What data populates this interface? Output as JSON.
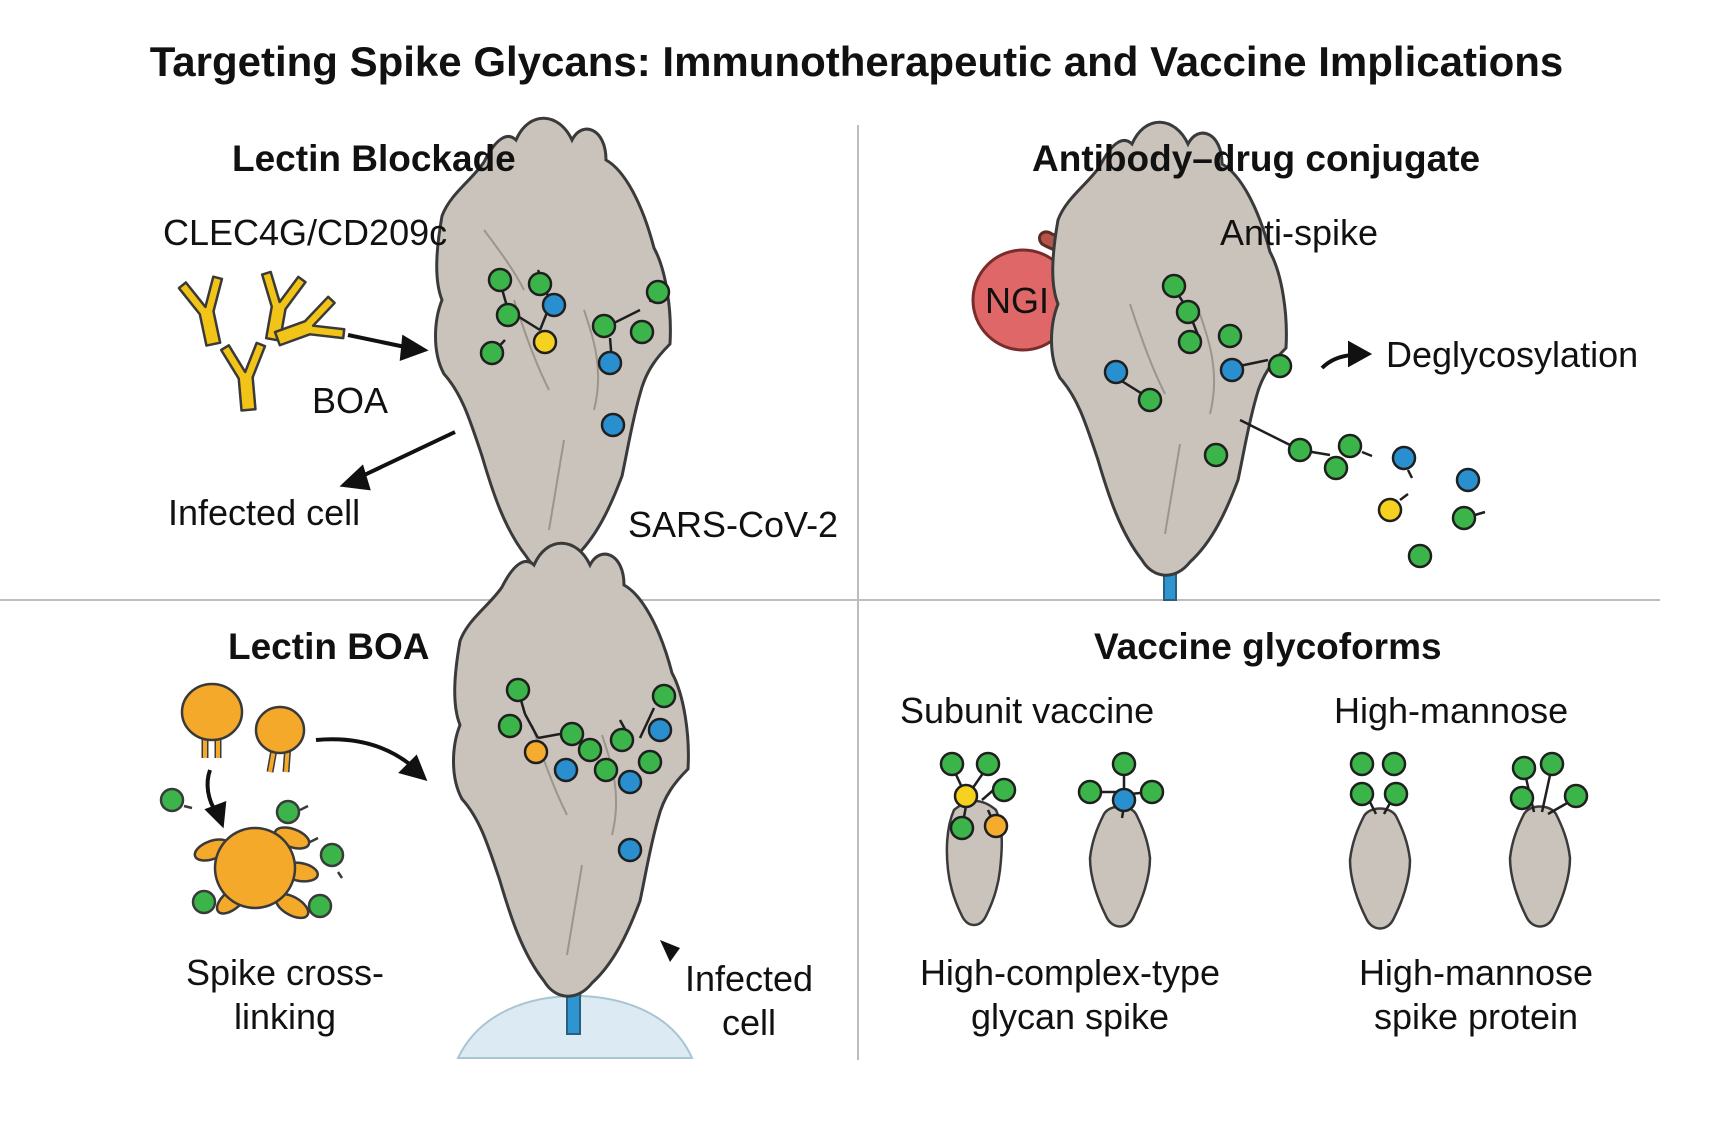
{
  "title": "Targeting Spike Glycans: Immunotherapeutic and Vaccine Implications",
  "panels": {
    "lectin_blockade": {
      "title": "Lectin Blockade",
      "lectin_label": "CLEC4G/CD209c",
      "boa_label": "BOA",
      "infected_cell_label": "Infected cell",
      "virus_label": "SARS-CoV-2"
    },
    "adc": {
      "title": "Antibody–drug conjugate",
      "ngi_label": "NGI",
      "antibody_label": "Anti-spike",
      "deglycosylation_label": "Deglycosylation"
    },
    "lectin_boa": {
      "title": "Lectin BOA",
      "crosslinking_label_line1": "Spike cross-",
      "crosslinking_label_line2": "linking",
      "infected_cell_line1": "Infected",
      "infected_cell_line2": "cell"
    },
    "vaccine": {
      "title": "Vaccine glycoforms",
      "subunit_label": "Subunit vaccine",
      "high_mannose_label": "High-mannose",
      "complex_caption_line1": "High-complex-type",
      "complex_caption_line2": "glycan spike",
      "mannose_caption_line1": "High-mannose",
      "mannose_caption_line2": "spike protein"
    }
  },
  "colors": {
    "spike_fill": "#c9c3bb",
    "spike_stroke": "#3a3a3a",
    "glycan_green": "#3bb54a",
    "glycan_blue": "#2a8fcf",
    "glycan_yellow": "#f4d21f",
    "glycan_orange": "#f5ac2e",
    "lectin_yellow": "#f2c418",
    "lectin_orange": "#f5a92a",
    "antibody_red": "#b4554a",
    "ngi_red": "#e06767",
    "receptor_blue": "#2f95d0",
    "cell_blue": "#dcebf3",
    "divider": "#bdbdbd"
  }
}
